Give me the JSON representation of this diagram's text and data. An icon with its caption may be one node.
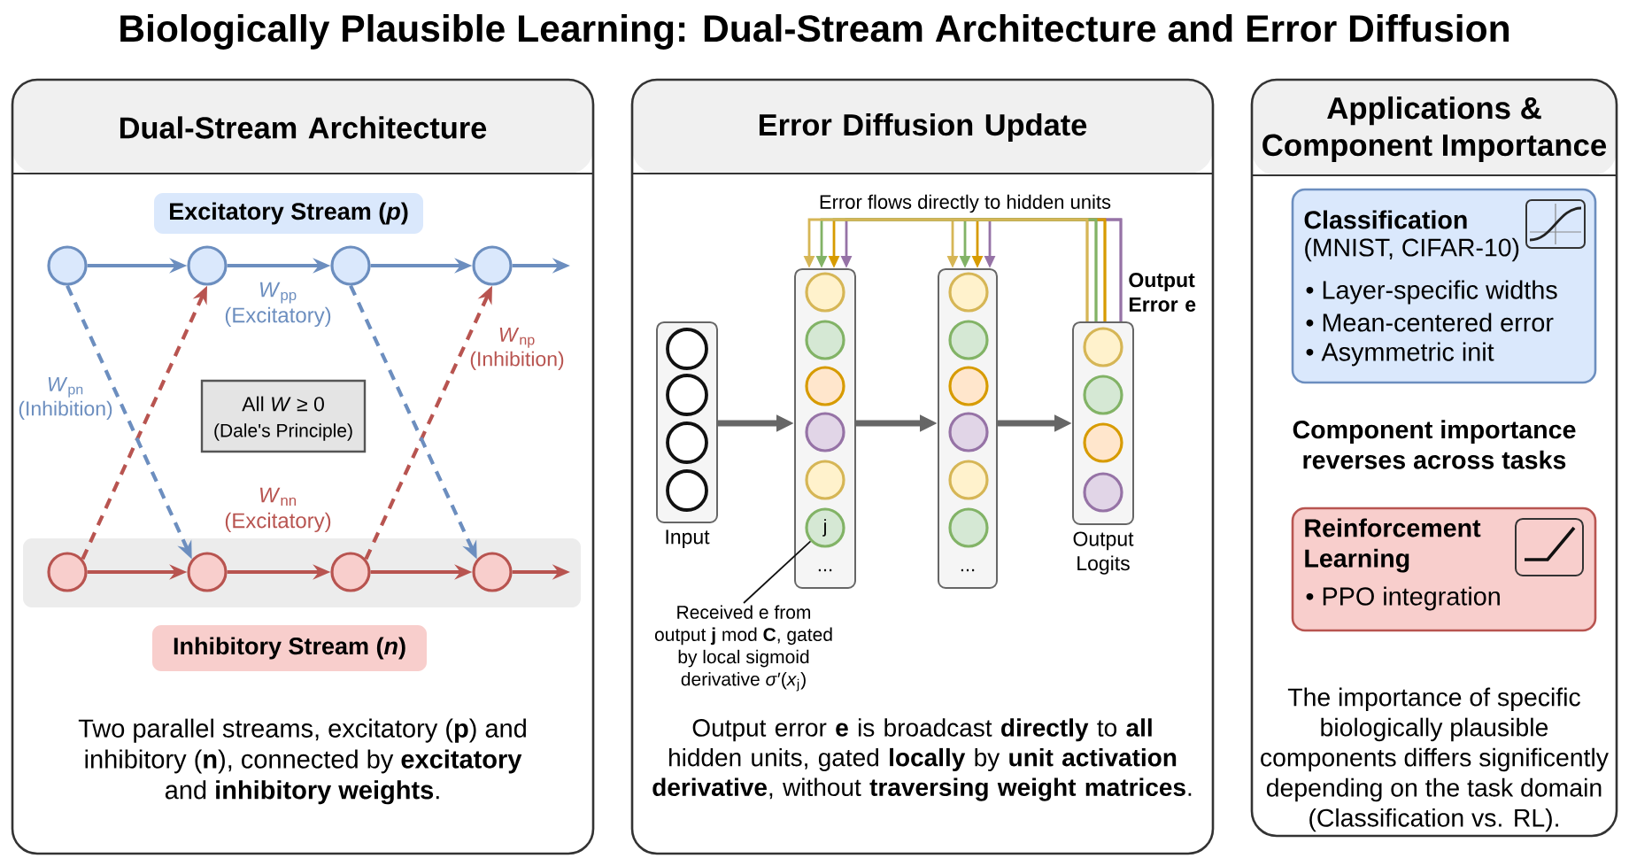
{
  "diagram": {
    "title": "Biologically Plausible Learning: Dual-Stream Architecture and Error Diffusion",
    "nodes": [
      {
        "text": [
          "Dual-Stream Architecture",
          "Two parallel streams, excitatory (**p**) and inhibitory (**n**), connected by **excitatory** and **inhibitory weights**."
        ]
      },
      {
        "text": [
          "Excitatory Stream (*p*)"
        ],
        "in": 0
      },
      {
        "text": [],
        "shape": "circle",
        "in": 0
      },
      {
        "text": [],
        "shape": "circle",
        "in": 0
      },
      {
        "text": [],
        "shape": "circle",
        "in": 0
      },
      {
        "text": [],
        "shape": "circle",
        "in": 0
      },
      {
        "text": [
          "All *W* ≥ 0",
          "(Dale's Principle)"
        ],
        "in": 0
      },
      {
        "text": [],
        "shape": "circle",
        "in": 0
      },
      {
        "text": [],
        "shape": "circle",
        "in": 0
      },
      {
        "text": [],
        "shape": "circle",
        "in": 0
      },
      {
        "text": [],
        "shape": "circle",
        "in": 0
      },
      {
        "text": [
          "Inhibitory Stream (*n*)"
        ],
        "in": 0
      },
      {
        "text": [
          "Error Diffusion Update",
          "Output error **e** is broadcast **directly** to **all** hidden units, gated **locally** by **unit activation derivative**, without **traversing weight matrices**."
        ]
      },
      {
        "text": [
          "Input"
        ],
        "in": 12
      },
      {
        "text": [],
        "shape": "circle",
        "in": 13
      },
      {
        "text": [],
        "shape": "circle",
        "in": 13
      },
      {
        "text": [],
        "shape": "circle",
        "in": 13
      },
      {
        "text": [],
        "shape": "circle",
        "in": 13
      },
      {
        "text": [
          "..."
        ],
        "in": 12
      },
      {
        "text": [],
        "shape": "circle",
        "in": 18
      },
      {
        "text": [],
        "shape": "circle",
        "in": 18
      },
      {
        "text": [],
        "shape": "circle",
        "in": 18
      },
      {
        "text": [],
        "shape": "circle",
        "in": 18
      },
      {
        "text": [],
        "shape": "circle",
        "in": 18
      },
      {
        "text": [
          "j"
        ],
        "in": 18
      },
      {
        "text": [
          "..."
        ],
        "in": 12
      },
      {
        "text": [],
        "shape": "circle",
        "in": 25
      },
      {
        "text": [],
        "shape": "circle",
        "in": 25
      },
      {
        "text": [],
        "shape": "circle",
        "in": 25
      },
      {
        "text": [],
        "shape": "circle",
        "in": 25
      },
      {
        "text": [],
        "shape": "circle",
        "in": 25
      },
      {
        "text": [],
        "shape": "circle",
        "in": 25
      },
      {
        "text": [
          "Output Logits"
        ],
        "in": 12
      },
      {
        "text": [],
        "shape": "circle",
        "in": 32
      },
      {
        "text": [],
        "shape": "circle",
        "in": 32
      },
      {
        "text": [],
        "shape": "circle",
        "in": 32
      },
      {
        "text": [],
        "shape": "circle",
        "in": 32
      },
      {
        "text": [
          "Received e from output **j** mod **C**, gated by local sigmoid derivative *σ*′(*x*$_{j}$)"
        ],
        "in": 12
      },
      {
        "text": [
          "Applications & Component Importance",
          "Component importance reverses across tasks",
          "The importance of specific biologically plausible components differs significently depending on the task domain (Classification vs. RL)."
        ]
      },
      {
        "text": [
          "Classification",
          "(MNIST, CIFAR-10)",
          "• Layer-specific widths",
          "• Mean-centered error",
          "• Asymmetric init"
        ],
        "in": 38
      },
      {
        "text": [
          "Reinforcement Learning",
          "• PPO integration"
        ],
        "in": 38
      }
    ],
    "edges": [
      {
        "from": 2,
        "to": 3,
        "arrow": "to",
        "color": "#6c8ebf"
      },
      {
        "from": 3,
        "to": 4,
        "arrow": "to",
        "label": "*W*$_{pp}$ (Excitatory)",
        "color": "#6c8ebf"
      },
      {
        "from": 4,
        "to": 5,
        "arrow": "to",
        "color": "#6c8ebf"
      },
      {
        "from": 5,
        "to": null,
        "arrow": "to",
        "color": "#6c8ebf"
      },
      {
        "from": 7,
        "to": 8,
        "arrow": "to",
        "color": "#b85450"
      },
      {
        "from": 8,
        "to": 9,
        "arrow": "to",
        "label": "*W*$_{nn}$ (Excitatory)",
        "color": "#b85450"
      },
      {
        "from": 9,
        "to": 10,
        "arrow": "to",
        "color": "#b85450"
      },
      {
        "from": 10,
        "to": null,
        "arrow": "to",
        "color": "#b85450"
      },
      {
        "from": 2,
        "to": 8,
        "arrow": "to",
        "label": "*W*$_{pn}$ (Inhibition)",
        "style": "dashed",
        "color": "#6c8ebf"
      },
      {
        "from": 4,
        "to": 10,
        "arrow": "to",
        "style": "dashed",
        "color": "#6c8ebf"
      },
      {
        "from": 7,
        "to": 3,
        "arrow": "to",
        "style": "dashed",
        "color": "#b85450"
      },
      {
        "from": 9,
        "to": 5,
        "arrow": "to",
        "label": "*W*$_{np}$ (Inhibition)",
        "style": "dashed",
        "color": "#b85450"
      },
      {
        "from": 13,
        "to": 18,
        "arrow": "to",
        "style": "thick",
        "color": "#666666"
      },
      {
        "from": 18,
        "to": 25,
        "arrow": "to",
        "style": "thick",
        "color": "#666666"
      },
      {
        "from": 25,
        "to": 32,
        "arrow": "to",
        "style": "thick",
        "color": "#666666"
      },
      {
        "from": 32,
        "to": 18,
        "arrow": "to",
        "color": "#d6b656"
      },
      {
        "from": 32,
        "to": 18,
        "arrow": "to",
        "color": "#82b366"
      },
      {
        "from": 32,
        "to": 18,
        "arrow": "to",
        "color": "#d79b00"
      },
      {
        "from": 32,
        "to": 18,
        "arrow": "to",
        "color": "#9673a6"
      },
      {
        "from": 32,
        "to": 25,
        "arrow": "to",
        "color": "#d6b656"
      },
      {
        "from": 32,
        "to": 25,
        "arrow": "to",
        "color": "#82b366"
      },
      {
        "from": 32,
        "to": 25,
        "arrow": "to",
        "color": "#d79b00"
      },
      {
        "from": 32,
        "to": 25,
        "arrow": "to",
        "color": "#9673a6"
      },
      {
        "from": 37,
        "to": 24,
        "arrow": "none",
        "color": "#111111"
      }
    ],
    "labels": [
      "Error flows directly to hidden units",
      "Output Error e"
    ]
  }
}
